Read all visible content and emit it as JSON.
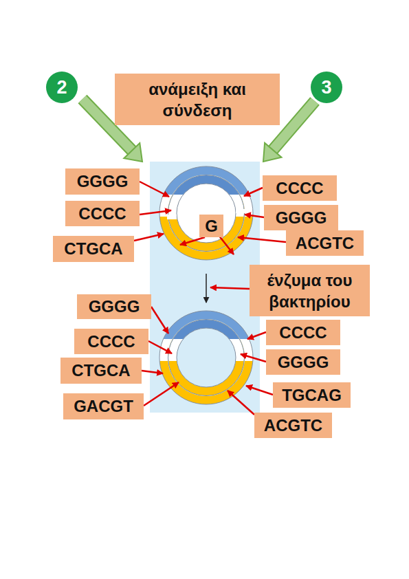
{
  "diagram": {
    "nodes": [
      {
        "text": [
          "2"
        ]
      },
      {
        "text": [
          "ανάμειξη και σύνδεση"
        ]
      },
      {
        "text": [
          "3"
        ]
      },
      {
        "text": [
          "GGGG"
        ]
      },
      {
        "text": [
          "CCCC"
        ]
      },
      {
        "text": [
          "CCCC"
        ]
      },
      {
        "text": [
          "GGGG"
        ]
      },
      {
        "text": [
          "G"
        ]
      },
      {
        "text": [
          "CTGCA"
        ]
      },
      {
        "text": [
          "ACGTC"
        ]
      },
      {
        "text": [
          "ένζυμα του βακτηρίου"
        ]
      },
      {
        "text": [
          "GGGG"
        ]
      },
      {
        "text": [
          "CCCC"
        ]
      },
      {
        "text": [
          "CCCC"
        ]
      },
      {
        "text": [
          "GGGG"
        ]
      },
      {
        "text": [
          "CTGCA"
        ]
      },
      {
        "text": [
          "TGCAG"
        ]
      },
      {
        "text": [
          "GACGT"
        ]
      },
      {
        "text": [
          "ACGTC"
        ]
      }
    ]
  }
}
